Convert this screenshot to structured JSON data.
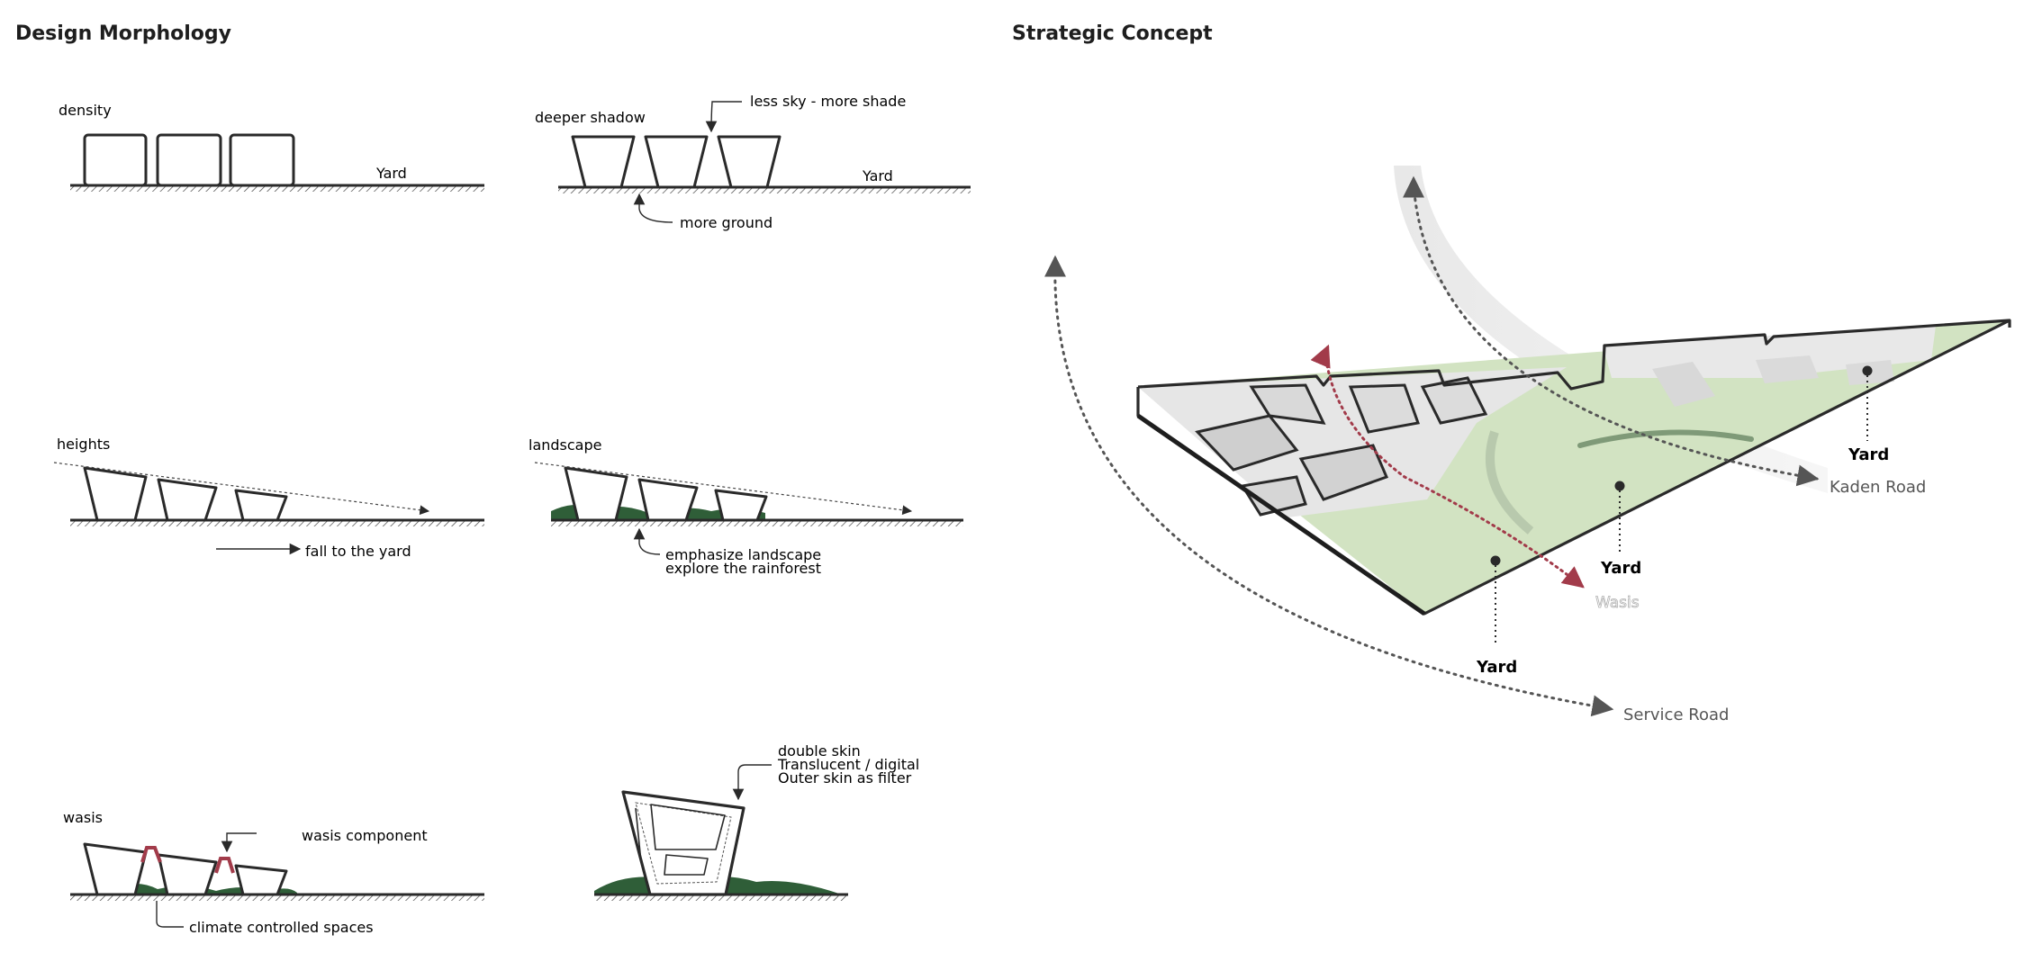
{
  "titles": {
    "left": "Design Morphology",
    "right": "Strategic Concept"
  },
  "panels": {
    "density": {
      "label": "density",
      "yard": "Yard"
    },
    "shadow": {
      "label": "deeper shadow",
      "yard": "Yard",
      "note_sky": "less sky - more shade",
      "note_ground": "more ground"
    },
    "heights": {
      "label": "heights",
      "note": "fall to the yard"
    },
    "landscape": {
      "label": "landscape",
      "note_line1": "emphasize landscape",
      "note_line2": "explore the rainforest"
    },
    "wasis": {
      "label": "wasis",
      "note_component": "wasis component",
      "note_spaces": "climate controlled spaces"
    },
    "skin": {
      "note_line1": "double skin",
      "note_line2": "Translucent / digital",
      "note_line3": "Outer skin as filter"
    }
  },
  "concept": {
    "yard_labels": [
      "Yard",
      "Yard",
      "Yard"
    ],
    "kaden_road": "Kaden Road",
    "service_road": "Service Road",
    "wasis": "Wasis"
  },
  "colors": {
    "ink": "#2a2a2a",
    "vegetation": "#2f5e38",
    "wasis_red": "#a23b4a",
    "yard_green": "#d2e3c2",
    "building_grey": "#e4e4e4",
    "road_grey": "#efefef"
  }
}
